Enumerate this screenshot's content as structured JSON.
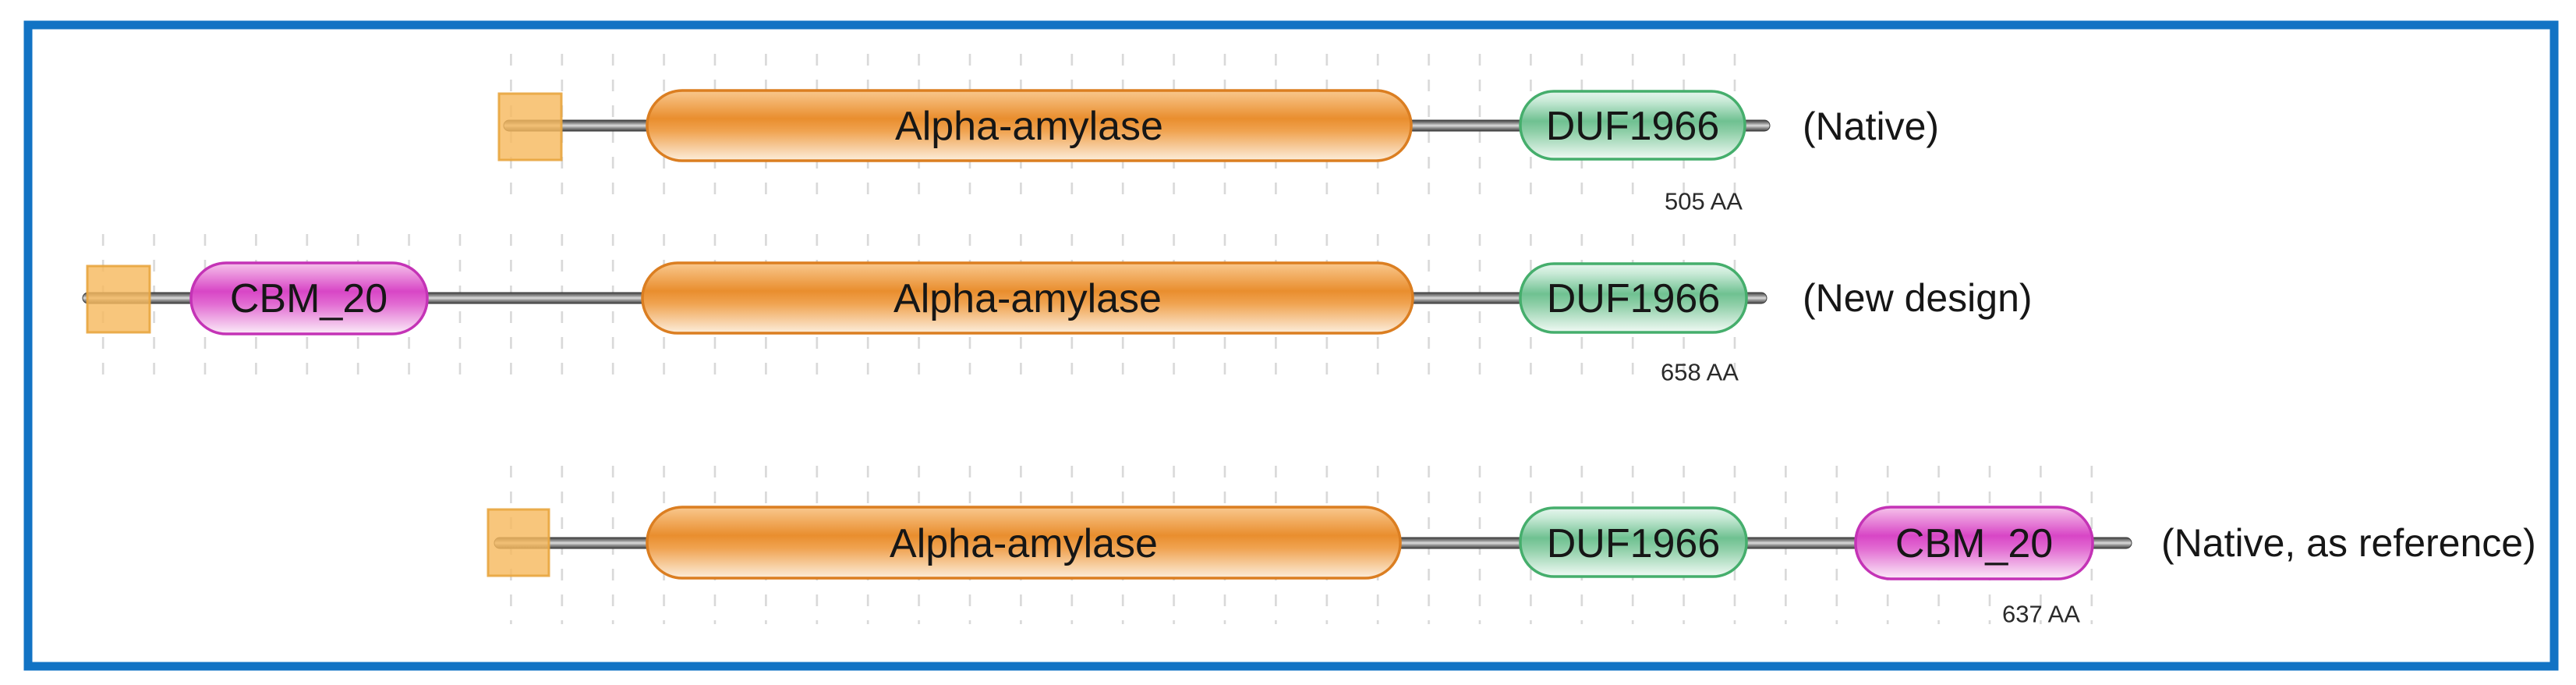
{
  "figure": {
    "type": "protein-domain-architecture",
    "frame_border_color": "#1273C4",
    "background_color": "#FFFFFF",
    "grid_line_color": "#D8D8D8",
    "backbone_color": "#8F8F8F",
    "colors": {
      "alpha_amylase_fill": "#ED9335",
      "alpha_amylase_border": "#DB7E21",
      "duf1966_fill": "#72C292",
      "duf1966_border": "#45AE6C",
      "cbm_20_fill": "#D846C6",
      "cbm_20_border": "#C433B6",
      "signal_peptide_fill": "#F7B95F",
      "signal_peptide_border": "#E8A53F"
    }
  },
  "rows": [
    {
      "tag": "(Native)",
      "length": "505 AA",
      "domains": [
        {
          "name": "Alpha-amylase"
        },
        {
          "name": "DUF1966"
        }
      ]
    },
    {
      "tag": "(New design)",
      "length": "658 AA",
      "domains": [
        {
          "name": "CBM_20"
        },
        {
          "name": "Alpha-amylase"
        },
        {
          "name": "DUF1966"
        }
      ]
    },
    {
      "tag": "(Native, as reference)",
      "length": "637 AA",
      "domains": [
        {
          "name": "Alpha-amylase"
        },
        {
          "name": "DUF1966"
        },
        {
          "name": "CBM_20"
        }
      ]
    }
  ]
}
